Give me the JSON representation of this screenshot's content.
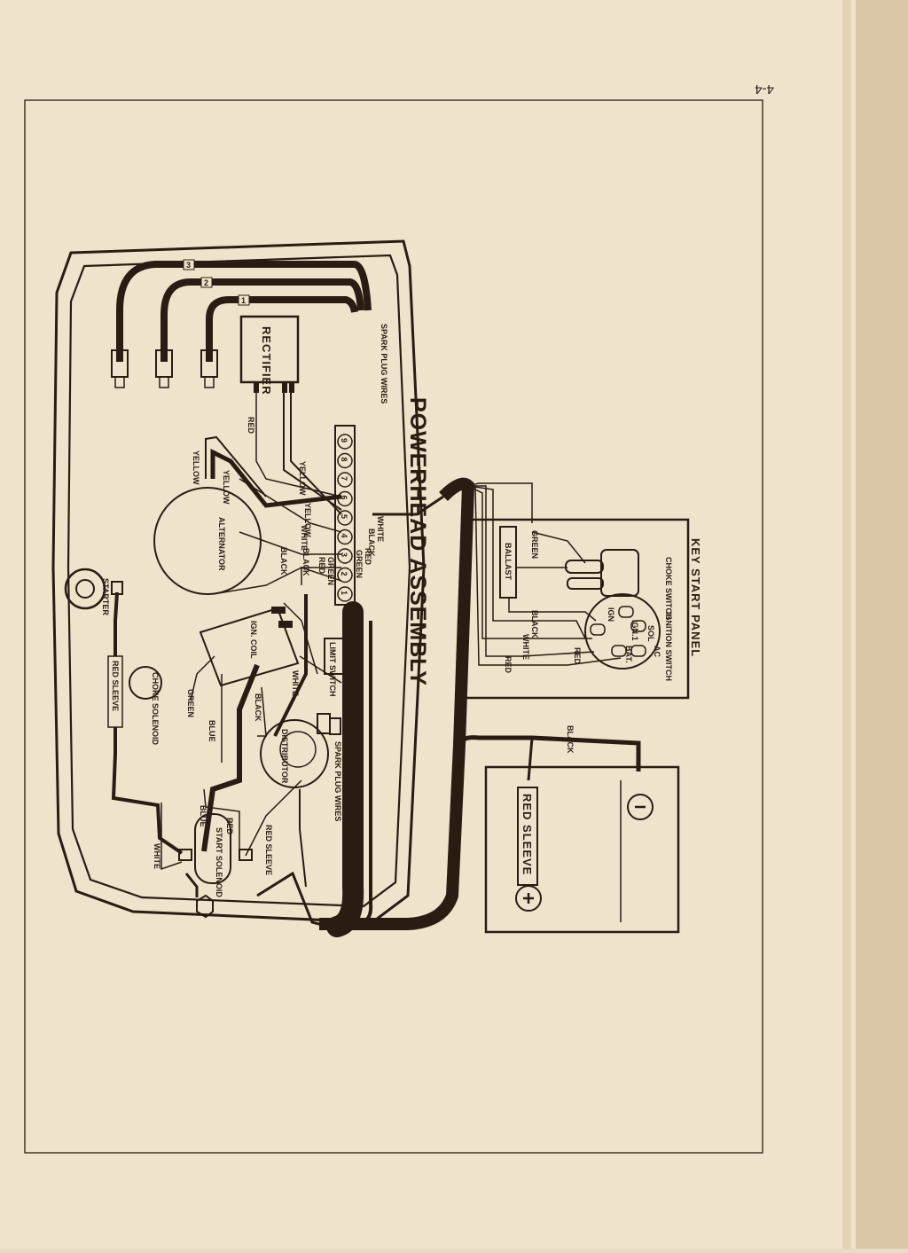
{
  "page_number": "4-4",
  "title": "POWERHEAD ASSEMBLY",
  "key_start_panel": {
    "title": "KEY START PANEL",
    "choke_switch": "CHOKE SWITCH",
    "ignition_switch": "IGNITION SWITCH",
    "ballast": "BALLAST",
    "terminals": {
      "sol": "SOL",
      "ign1": "IGN.1",
      "ac": "AC",
      "ign": "IGN",
      "bat": "BAT."
    }
  },
  "components": {
    "rectifier": "RECTIFIER",
    "alternator": "ALTERNATOR",
    "ign_coil": "IGN. COIL",
    "limit_switch": "LIMIT SWITCH",
    "distributor": "DISTRIBUTOR",
    "choke_solenoid": "CHOKE SOLENOID",
    "starter": "STARTER",
    "start_solenoid": "START SOLENOID",
    "spark_plug_wires": "SPARK PLUG WIRES"
  },
  "terminal_numbers": [
    "9",
    "8",
    "7",
    "6",
    "5",
    "4",
    "3",
    "2",
    "1"
  ],
  "plug_numbers": [
    "3",
    "2",
    "1"
  ],
  "wire_labels": {
    "red": "RED",
    "yellow": "YELLOW",
    "white": "WHITE",
    "black": "BLACK",
    "green": "GREEN",
    "blue": "BLUE",
    "red_sleeve": "RED SLEEVE"
  }
}
